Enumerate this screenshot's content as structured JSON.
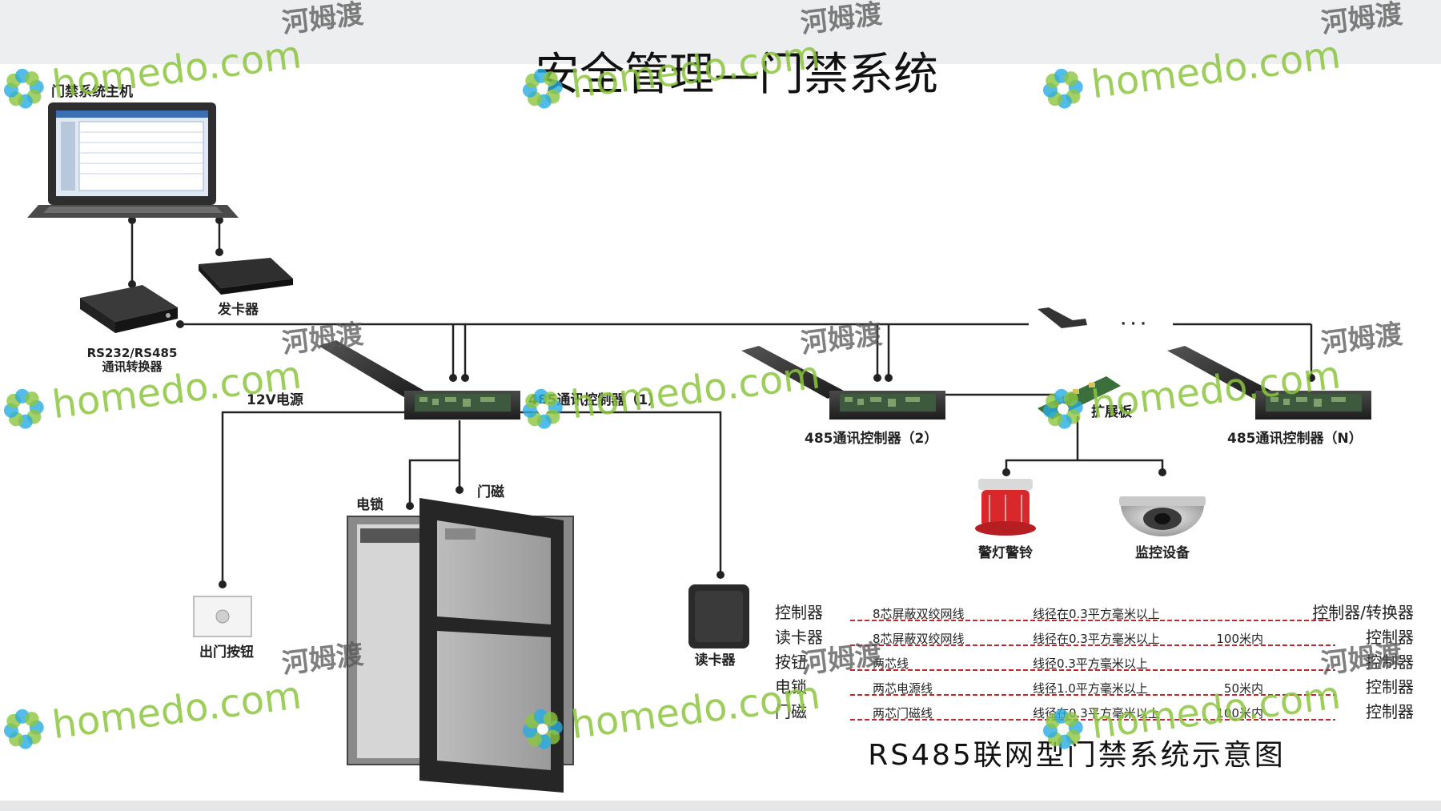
{
  "title": "安全管理—门禁系统",
  "caption": "RS485联网型门禁系统示意图",
  "labels": {
    "host": "门禁系统主机",
    "card_issuer": "发卡器",
    "converter_line1": "RS232/RS485",
    "converter_line2": "通讯转换器",
    "power": "12V电源",
    "controller_1": "485通讯控制器（1）",
    "controller_2": "485通讯控制器（2）",
    "controller_n": "485通讯控制器（N）",
    "expansion_board": "扩展板",
    "electric_lock": "电锁",
    "door_sensor": "门磁",
    "exit_button": "出门按钮",
    "card_reader": "读卡器",
    "alarm": "警灯警铃",
    "camera": "监控设备",
    "ellipsis": "· · ·"
  },
  "legend": [
    {
      "name": "控制器",
      "cable": "8芯屏蔽双绞网线",
      "spec": "线径在0.3平方毫米以上",
      "distance": "",
      "end": "控制器/转换器"
    },
    {
      "name": "读卡器",
      "cable": "8芯屏蔽双绞网线",
      "spec": "线径在0.3平方毫米以上",
      "distance": "100米内",
      "end": "控制器"
    },
    {
      "name": "按钮",
      "cable": "两芯线",
      "spec": "线径0.3平方毫米以上",
      "distance": "",
      "end": "控制器"
    },
    {
      "name": "电锁",
      "cable": "两芯电源线",
      "spec": "线径1.0平方毫米以上",
      "distance": "50米内",
      "end": "控制器"
    },
    {
      "name": "门磁",
      "cable": "两芯门磁线",
      "spec": "线径在0.3平方毫米以上",
      "distance": "100米内",
      "end": "控制器"
    }
  ],
  "watermark": {
    "url": "homedo.com",
    "name": "河姆渡"
  },
  "colors": {
    "legend_line": "#c0282d",
    "watermark_green": "#8cc63f",
    "watermark_blue": "#29abe2",
    "controller_box": "#2b2b2b"
  }
}
